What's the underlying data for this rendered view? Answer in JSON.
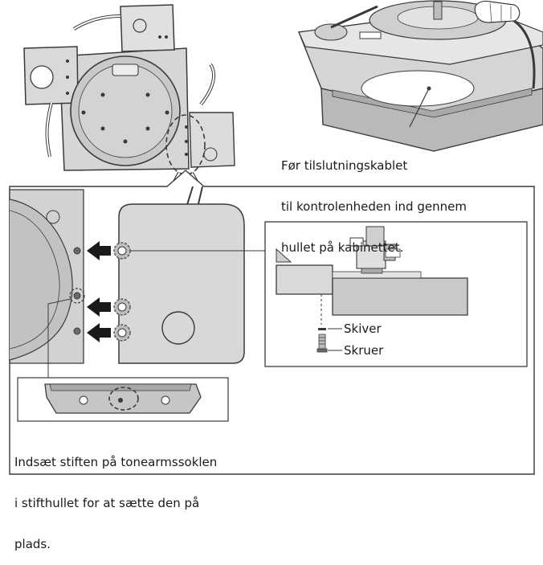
{
  "captions": {
    "cable_routing": [
      "Før tilslutningskablet",
      "til kontrolenheden ind gennem",
      "hullet på kabinettet."
    ],
    "pin_insertion": [
      "Indsæt stiften på tonearmssoklen",
      "i stifthullet for at sætte den på",
      "plads."
    ]
  },
  "labels": {
    "washers": "Skiver",
    "screws": "Skruer"
  },
  "colors": {
    "line": "#3a3a3a",
    "panel": "#dcdcdc",
    "panel_dark": "#bdbdbd",
    "panel_light": "#ececec",
    "base_top": "#d0d0d0"
  }
}
